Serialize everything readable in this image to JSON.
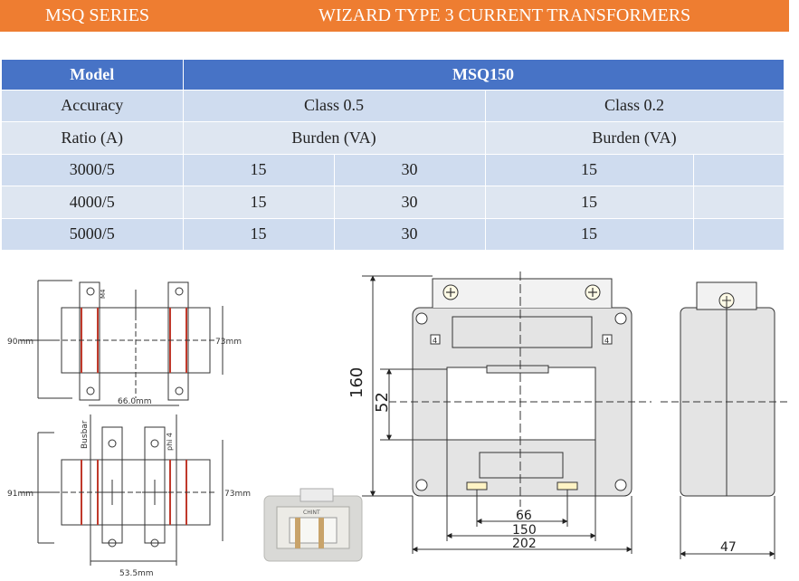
{
  "banner": {
    "series": "MSQ SERIES",
    "title": "WIZARD TYPE 3 CURRENT TRANSFORMERS"
  },
  "table": {
    "model_label": "Model",
    "model_value": "MSQ150",
    "accuracy_label": "Accuracy",
    "class_a": "Class 0.5",
    "class_b": "Class 0.2",
    "ratio_label": "Ratio (A)",
    "burden_a": "Burden (VA)",
    "burden_b": "Burden (VA)",
    "rows": [
      {
        "ratio": "3000/5",
        "a1": "15",
        "a2": "30",
        "b1": "15",
        "b2": ""
      },
      {
        "ratio": "4000/5",
        "a1": "15",
        "a2": "30",
        "b1": "15",
        "b2": ""
      },
      {
        "ratio": "5000/5",
        "a1": "15",
        "a2": "30",
        "b1": "15",
        "b2": ""
      }
    ]
  },
  "drawing_top_left": {
    "height_label": "90mm",
    "side_label": "73mm",
    "width_label": "66.0mm",
    "screw_label": "M4"
  },
  "drawing_bottom_left": {
    "height_label": "91mm",
    "side_label": "73mm",
    "width_label": "53.5mm",
    "busbar_label": "Busbar",
    "phi_label": "phi 4"
  },
  "drawing_front": {
    "total_height": "160",
    "window_height": "52",
    "dim_66": "66",
    "dim_150": "150",
    "dim_202": "202",
    "terminal_mark": "4"
  },
  "drawing_side": {
    "depth": "47"
  },
  "photo": {
    "label_text": "CHINT"
  }
}
